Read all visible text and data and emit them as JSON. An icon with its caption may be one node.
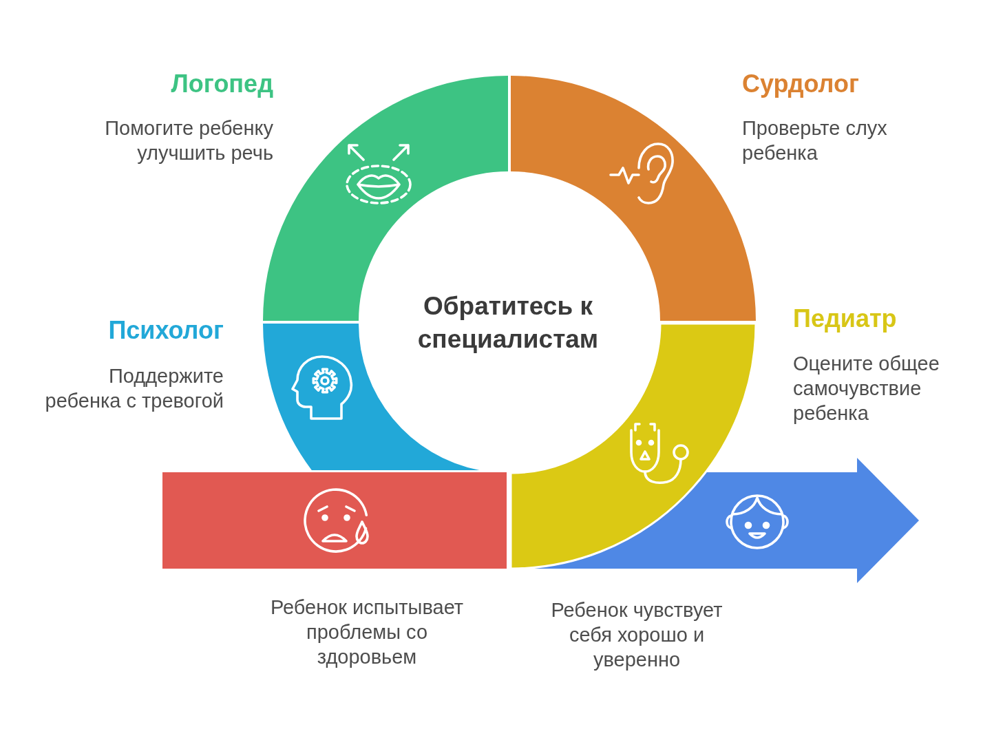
{
  "diagram": {
    "nodes": [
      {
        "text": [
          "Логопед",
          "Помогите ребенку улучшить речь"
        ]
      },
      {
        "text": [
          "Сурдолог",
          "Проверьте слух ребенка"
        ]
      },
      {
        "text": [
          "Обратитесь к специалистам"
        ]
      },
      {
        "text": [
          "Психолог",
          "Поддержите ребенка с тревогой"
        ]
      },
      {
        "text": [
          "Педиатр",
          "Оцените общее самочувствие ребенка"
        ]
      },
      {
        "text": [
          "Ребенок испытывает проблемы со здоровьем"
        ]
      },
      {
        "text": [
          "Ребенок чувствует себя хорошо и уверенно"
        ]
      }
    ]
  }
}
